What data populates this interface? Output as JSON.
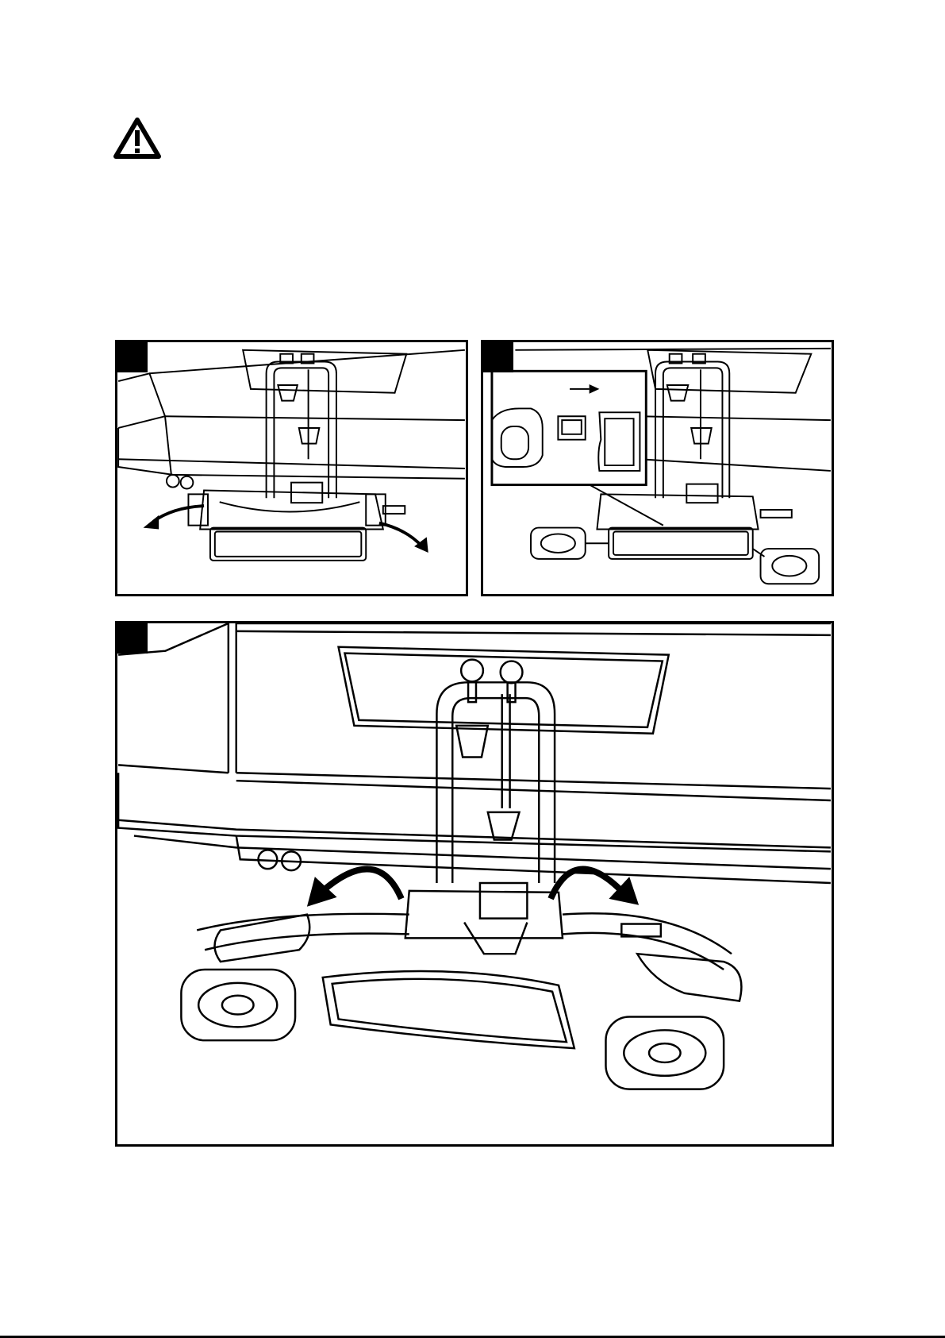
{
  "page": {
    "warning_icon": "warning-triangle-icon",
    "figures": [
      {
        "id": "step-1",
        "arrows": "rotate-outward-down"
      },
      {
        "id": "step-2",
        "arrows": "slide-right",
        "inset": true
      },
      {
        "id": "step-3",
        "arrows": "fold-up-outward"
      }
    ],
    "colors": {
      "ink": "#000000",
      "paper": "#ffffff",
      "shade": "#d9d9d9"
    }
  }
}
